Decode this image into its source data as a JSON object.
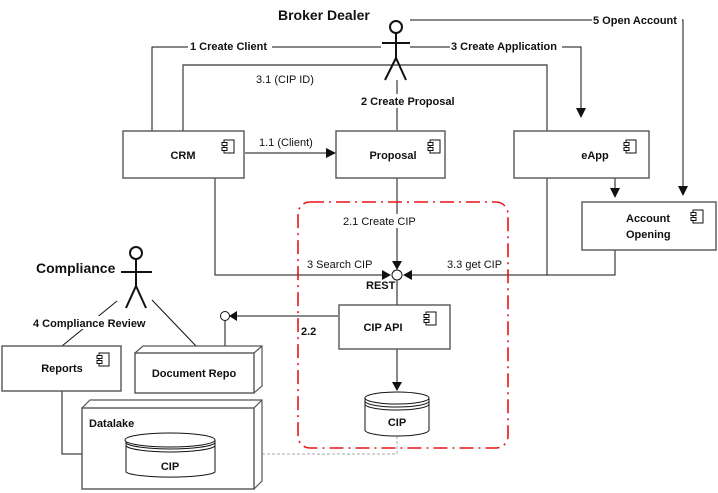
{
  "diagram": {
    "actors": {
      "broker_dealer": "Broker Dealer",
      "compliance": "Compliance"
    },
    "components": {
      "crm": "CRM",
      "proposal": "Proposal",
      "eapp": "eApp",
      "account_opening_line1": "Account",
      "account_opening_line2": "Opening",
      "cip_api": "CIP API",
      "reports": "Reports",
      "document_repo": "Document Repo",
      "datalake": "Datalake",
      "cip_db": "CIP",
      "datalake_cip_db": "CIP"
    },
    "interface": {
      "rest": "REST"
    },
    "flows": {
      "create_client": "1 Create Client",
      "client": "1.1 (Client)",
      "create_proposal": "2 Create Proposal",
      "create_cip": "2.1 Create CIP",
      "flow_2_2": "2.2",
      "create_application": "3 Create Application",
      "cip_id": "3.1 (CIP ID)",
      "search_cip": "3 Search CIP",
      "get_cip": "3.3 get CIP",
      "compliance_review": "4 Compliance Review",
      "open_account": "5 Open Account"
    },
    "colors": {
      "boundary": "#e8141b",
      "line": "#111111",
      "box_border": "#555555"
    }
  }
}
